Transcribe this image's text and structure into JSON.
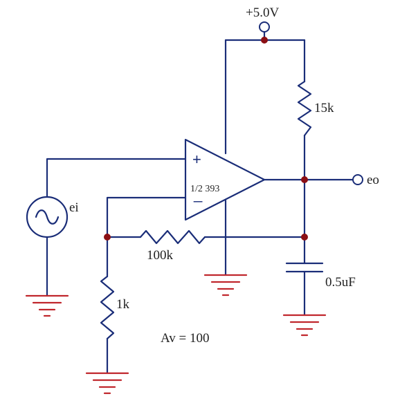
{
  "colors": {
    "wire": "#1a2d78",
    "ground": "#c0262c",
    "junction": "#8b0f14"
  },
  "labels": {
    "supply": "+5.0V",
    "r_pullup": "15k",
    "output": "eo",
    "input": "ei",
    "opamp_part": "1/2 393",
    "opamp_plus": "+",
    "opamp_minus": "_",
    "r_feedback": "100k",
    "r_ground": "1k",
    "capacitor": "0.5uF",
    "gain": "Av = 100"
  },
  "icons": {
    "source": "ac-sine-source-icon",
    "ground": "ground-icon"
  }
}
